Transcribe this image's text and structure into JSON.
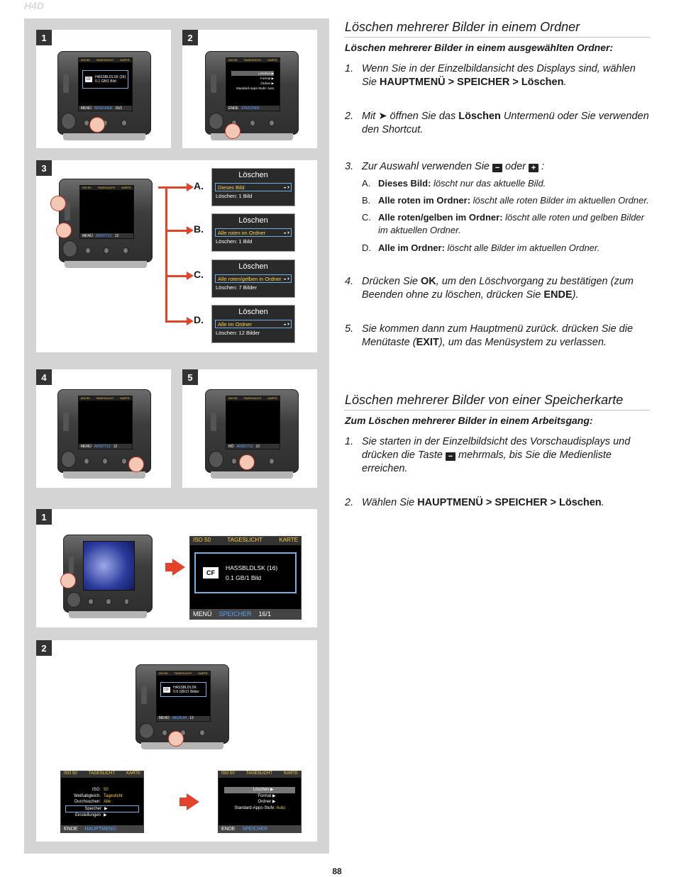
{
  "header": {
    "logo": "H4D"
  },
  "left": {
    "group1": {
      "badges": [
        "1",
        "2",
        "3",
        "4",
        "5"
      ],
      "screen1": {
        "top": [
          "ISO 50",
          "TAGESLICHT",
          "KARTE"
        ],
        "line1": "HASSBLDLSK (16)",
        "line2": "0.1 GB/1 Bild",
        "cf": "CF",
        "bottom": [
          "MENÜ",
          "SPEICHER",
          "16/1"
        ]
      },
      "screen2": {
        "items": [
          "Löschen ▶",
          "Format ▶",
          "Ordner ▶",
          "Standard-Apps-Stufe: Auto"
        ],
        "bottom": [
          "ENDE",
          "SPEICHER"
        ]
      },
      "screen3": {
        "top": [
          "ISO 50",
          "TAGESLICHT",
          "KARTE"
        ],
        "bottom": [
          "MENÜ",
          "A0007712",
          "12"
        ]
      },
      "screen5": {
        "bottom": [
          "NÖ",
          "A0007712",
          "12"
        ]
      },
      "menus": [
        {
          "label": "A.",
          "title": "Löschen",
          "sel": "Dieses Bild",
          "count": "Löschen: 1 Bild"
        },
        {
          "label": "B.",
          "title": "Löschen",
          "sel": "Alle roten im Ordner",
          "count": "Löschen: 1 Bild"
        },
        {
          "label": "C.",
          "title": "Löschen",
          "sel": "Alle roten/gelben in Ordner",
          "count": "Löschen: 7 Bilder"
        },
        {
          "label": "D.",
          "title": "Löschen",
          "sel": "Alle im Ordner",
          "count": "Löschen: 12 Bilder"
        }
      ],
      "icons": "◒◑"
    },
    "group2": {
      "badges": [
        "1",
        "2"
      ],
      "big_screen": {
        "top": [
          "ISO 50",
          "TAGESLICHT",
          "KARTE"
        ],
        "cf": "CF",
        "line1": "HASSBLDLSK (16)",
        "line2": "0.1 GB/1 Bild",
        "bottom": [
          "MENÜ",
          "SPEICHER",
          "16/1"
        ]
      },
      "cam_screen": {
        "top": [
          "ISO 50",
          "TAGESLICHT",
          "KARTE"
        ],
        "cf": "CF",
        "line1": "HASSBLDLSK",
        "line2": "0.6 GB/21 Bilder",
        "bottom": [
          "MENÜ",
          "MEDIUM",
          "13"
        ]
      },
      "menu_left": {
        "top": [
          "ISO 50",
          "TAGESLICHT",
          "KARTE"
        ],
        "rows": [
          {
            "k": "ISO:",
            "v": "50"
          },
          {
            "k": "Weißabgleich:",
            "v": "Tageslicht"
          },
          {
            "k": "Durchsuchen:",
            "v": "Alle"
          },
          {
            "k": "Speicher",
            "v": "▶"
          },
          {
            "k": "Einstellungen",
            "v": "▶"
          }
        ],
        "bottom": [
          "ENDE",
          "HAUPTMENÜ"
        ]
      },
      "menu_right": {
        "top": [
          "ISO 50",
          "TAGESLICHT",
          "KARTE"
        ],
        "rows": [
          "Löschen ▶",
          "Format ▶",
          "Ordner ▶"
        ],
        "apps_label": "Standard-Apps-Stufe:",
        "apps_value": "Auto",
        "bottom": [
          "ENDE",
          "SPEICHER"
        ]
      }
    }
  },
  "section1": {
    "title": "Löschen mehrerer Bilder in einem Ordner",
    "subtitle": "Löschen mehrerer Bilder in einem ausgewählten Ordner:",
    "s1": {
      "num": "1.",
      "a": "Wenn Sie in der Einzelbildansicht des Displays sind, wählen Sie ",
      "b": "HAUPTMENÜ > SPEICHER > Löschen",
      "c": "."
    },
    "s2": {
      "num": "2.",
      "a": "Mit ➤ öffnen Sie das ",
      "b": "Löschen",
      "c": " Untermenü oder Sie verwenden den Shortcut."
    },
    "s3": {
      "num": "3.",
      "a": "Zur Auswahl verwenden Sie ",
      "minus": "−",
      "mid": " oder ",
      "plus": "+",
      "c": " :"
    },
    "subs": [
      {
        "l": "A.",
        "b": "Dieses Bild:",
        "t": " löscht nur das aktuelle Bild."
      },
      {
        "l": "B.",
        "b": "Alle roten im Ordner:",
        "t": " löscht alle roten Bilder im aktuellen Ordner."
      },
      {
        "l": "C.",
        "b": "Alle roten/gelben im Ordner:",
        "t": " löscht alle roten und gelben Bilder im aktuellen Ordner."
      },
      {
        "l": "D.",
        "b": "Alle im Ordner:",
        "t": " löscht alle Bilder im aktuellen Ordner."
      }
    ],
    "s4": {
      "num": "4.",
      "a": "Drücken Sie ",
      "b": "OK",
      "c": ", um den Löschvorgang zu bestätigen (zum Beenden ohne zu löschen, drücken Sie ",
      "d": "ENDE",
      "e": ")."
    },
    "s5": {
      "num": "5.",
      "a": "Sie kommen dann zum Hauptmenü zurück. drücken Sie die Menütaste (",
      "b": "EXIT",
      "c": "), um das Menüsystem zu verlassen."
    }
  },
  "section2": {
    "title": "Löschen mehrerer Bilder von einer Speicherkarte",
    "subtitle": "Zum Löschen mehrerer Bilder in einem Arbeitsgang:",
    "s1": {
      "num": "1.",
      "a": "Sie starten in der Einzelbildsicht des Vorschaudisplays und drücken die Taste ",
      "minus": "−",
      "c": " mehrmals, bis Sie die Medienliste erreichen."
    },
    "s2": {
      "num": "2.",
      "a": "Wählen Sie ",
      "b": "HAUPTMENÜ > SPEICHER > Löschen",
      "c": "."
    }
  },
  "footer": {
    "page": "88"
  }
}
